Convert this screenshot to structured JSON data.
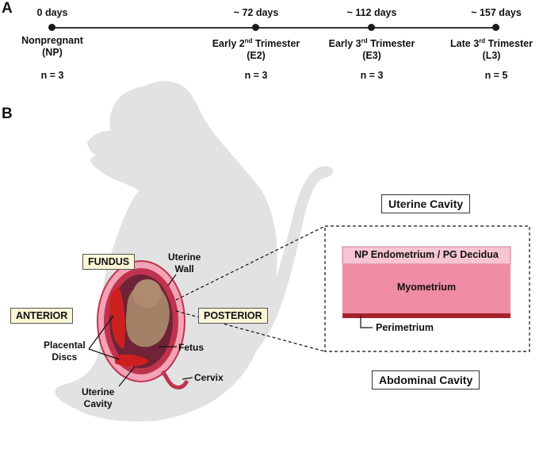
{
  "panel_a": {
    "letter": "A",
    "timepoints": [
      {
        "days": "0 days",
        "label_line1": "Nonpregnant",
        "sup": "",
        "label_rest": "",
        "abbr": "(NP)",
        "n": "n = 3"
      },
      {
        "days": "~ 72 days",
        "label_line1": "Early 2",
        "sup": "nd",
        "label_rest": " Trimester",
        "abbr": "(E2)",
        "n": "n = 3"
      },
      {
        "days": "~ 112 days",
        "label_line1": "Early 3",
        "sup": "rd",
        "label_rest": " Trimester",
        "abbr": "(E3)",
        "n": "n = 3"
      },
      {
        "days": "~ 157 days",
        "label_line1": "Late 3",
        "sup": "rd",
        "label_rest": " Trimester",
        "abbr": "(L3)",
        "n": "n = 5"
      }
    ]
  },
  "panel_b": {
    "letter": "B",
    "tags": {
      "fundus": "FUNDUS",
      "anterior": "ANTERIOR",
      "posterior": "POSTERIOR"
    },
    "labels": {
      "uterine_wall_1": "Uterine",
      "uterine_wall_2": "Wall",
      "placental_1": "Placental",
      "placental_2": "Discs",
      "fetus": "Fetus",
      "cervix": "Cervix",
      "uterine_cavity_1": "Uterine",
      "uterine_cavity_2": "Cavity"
    },
    "inset": {
      "top_label": "Uterine Cavity",
      "bottom_label": "Abdominal Cavity",
      "layer_top": "NP Endometrium / PG Decidua",
      "layer_mid": "Myometrium",
      "layer_bottom": "Perimetrium"
    },
    "colors": {
      "silhouette": "#e2e2e2",
      "uterus_outer": "#f2a3b5",
      "uterus_wall": "#c0334f",
      "cavity": "#6e2337",
      "fetus": "#a48066",
      "placenta": "#cc2020",
      "decidua": "#f7c5d2",
      "myometrium": "#f08ca5",
      "perimetrium": "#a8222b",
      "tag_fill": "#fbf6d6"
    }
  }
}
